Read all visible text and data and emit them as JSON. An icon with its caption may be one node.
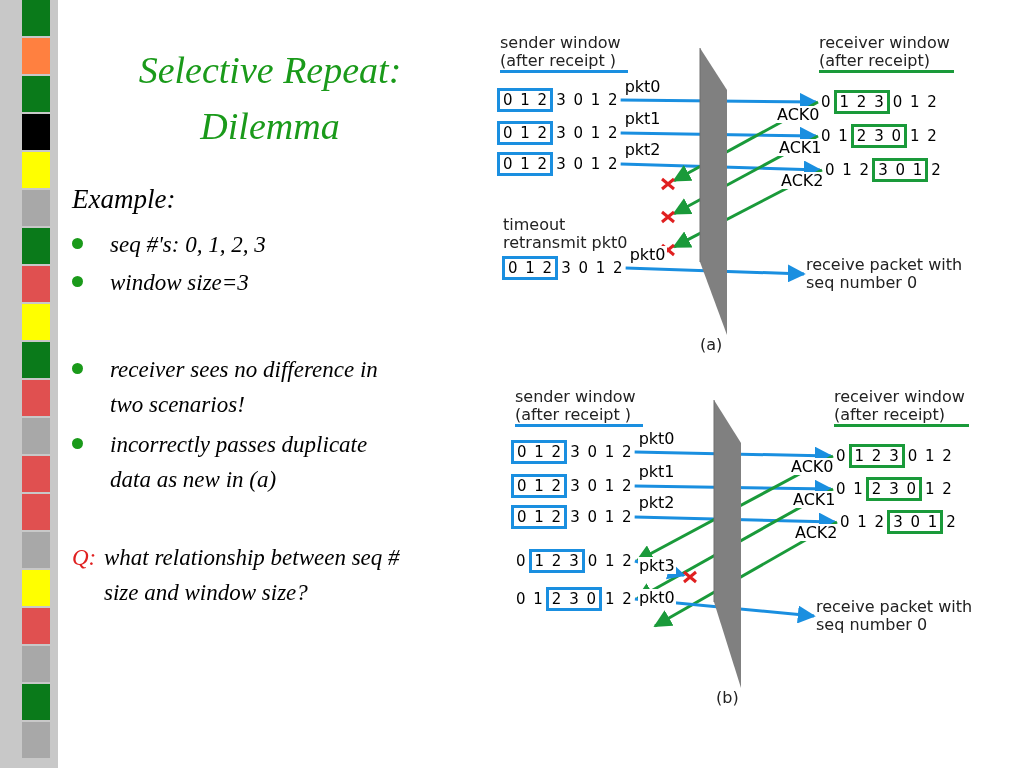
{
  "diagram": {
    "title": "Selective Repeat: Dilemma",
    "nodes": [
      {
        "text": [
          "0 1 2"
        ],
        "beside": [
          "3 0 1 2"
        ]
      },
      {
        "text": [
          "0 1 2"
        ],
        "beside": [
          "3 0 1 2"
        ]
      },
      {
        "text": [
          "0 1 2"
        ],
        "beside": [
          "3 0 1 2"
        ]
      },
      {
        "text": [
          "1 2 3"
        ],
        "beside": [
          "0",
          "0 1 2"
        ]
      },
      {
        "text": [
          "2 3 0"
        ],
        "beside": [
          "0 1",
          "1 2"
        ]
      },
      {
        "text": [
          "3 0 1"
        ],
        "beside": [
          "0 1 2",
          "2"
        ]
      },
      {
        "text": [
          "0 1 2"
        ],
        "beside": [
          "3 0 1 2"
        ]
      },
      {
        "text": [
          "receive packet with seq number 0"
        ]
      },
      {
        "text": [
          "0 1 2"
        ],
        "beside": [
          "3 0 1 2"
        ]
      },
      {
        "text": [
          "0 1 2"
        ],
        "beside": [
          "3 0 1 2"
        ]
      },
      {
        "text": [
          "0 1 2"
        ],
        "beside": [
          "3 0 1 2"
        ]
      },
      {
        "text": [
          "1 2 3"
        ],
        "beside": [
          "0",
          "0 1 2"
        ]
      },
      {
        "text": [
          "2 3 0"
        ],
        "beside": [
          "0 1",
          "1 2"
        ]
      },
      {
        "text": [
          "3 0 1"
        ],
        "beside": [
          "0 1 2",
          "2"
        ]
      },
      {
        "text": [
          "1 2 3"
        ],
        "beside": [
          "0",
          "0 1 2"
        ]
      },
      {
        "text": [
          "2 3 0"
        ],
        "beside": [
          "0 1",
          "1 2"
        ]
      },
      {
        "text": [
          "receive packet with seq number 0"
        ]
      },
      {
        "text": [],
        "shape": "cross"
      },
      {
        "text": [],
        "shape": "cross"
      },
      {
        "text": [],
        "shape": "cross"
      },
      {
        "text": [],
        "shape": "cross"
      }
    ],
    "edges": [
      {
        "from": 0,
        "to": 3,
        "arrow": "to",
        "label": "pkt0"
      },
      {
        "from": 1,
        "to": 4,
        "arrow": "to",
        "label": "pkt1"
      },
      {
        "from": 2,
        "to": 5,
        "arrow": "to",
        "label": "pkt2"
      },
      {
        "from": 3,
        "to": 17,
        "arrow": "to",
        "label": "ACK0",
        "color": "#1a9a3a"
      },
      {
        "from": 4,
        "to": 18,
        "arrow": "to",
        "label": "ACK1",
        "color": "#1a9a3a"
      },
      {
        "from": 5,
        "to": 19,
        "arrow": "to",
        "label": "ACK2",
        "color": "#1a9a3a"
      },
      {
        "from": 6,
        "to": 7,
        "arrow": "to",
        "label": "pkt0"
      },
      {
        "from": 8,
        "to": 11,
        "arrow": "to",
        "label": "pkt0"
      },
      {
        "from": 9,
        "to": 12,
        "arrow": "to",
        "label": "pkt1"
      },
      {
        "from": 10,
        "to": 13,
        "arrow": "to",
        "label": "pkt2"
      },
      {
        "from": 11,
        "to": 14,
        "arrow": "to",
        "label": "ACK0",
        "color": "#1a9a3a"
      },
      {
        "from": 12,
        "to": 15,
        "arrow": "to",
        "label": "ACK1",
        "color": "#1a9a3a"
      },
      {
        "from": 13,
        "to": null,
        "arrow": "to",
        "label": "ACK2",
        "color": "#1a9a3a"
      },
      {
        "from": 14,
        "to": 20,
        "arrow": "to",
        "label": "pkt3"
      },
      {
        "from": 15,
        "to": 16,
        "arrow": "to",
        "label": "pkt0"
      }
    ],
    "labels": [
      "Example:",
      "seq #'s: 0, 1, 2, 3",
      "window size=3",
      "receiver sees no difference in two scenarios!",
      "incorrectly passes duplicate data as new in (a)",
      "Q:",
      "what relationship between seq # size and window size?",
      "sender window (after receipt )",
      "receiver window (after receipt)",
      "timeout retransmit pkt0",
      "(a)",
      "sender window (after receipt )",
      "receiver window (after receipt)",
      "(b)"
    ]
  }
}
